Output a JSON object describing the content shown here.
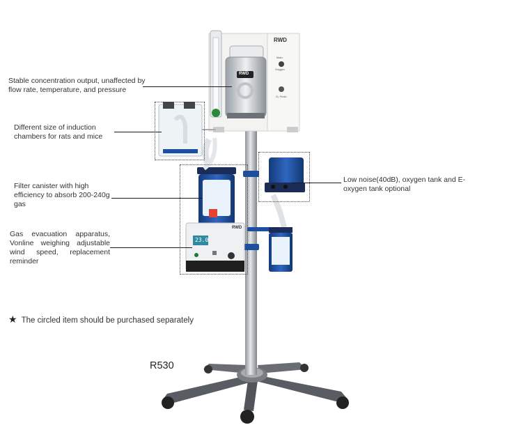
{
  "callouts": [
    {
      "id": "concentration",
      "text": "Stable concentration output, unaffected by flow rate, temperature, and pressure"
    },
    {
      "id": "induction",
      "text": "Different size of induction chambers for rats and mice"
    },
    {
      "id": "filter",
      "text": "Filter canister with high efficiency to absorb 200-240g gas"
    },
    {
      "id": "evacuation",
      "text": "Gas evacuation apparatus, Vonline weighing adjustable wind speed, replacement reminder"
    },
    {
      "id": "lownoise",
      "text": "Low noise(40dB), oxygen tank and E-oxygen tank optional"
    }
  ],
  "note": {
    "icon": "star-icon",
    "text": "The circled item should be purchased separately"
  },
  "model": "R530",
  "device": {
    "brand_top": "RWD",
    "brand_vaporizer": "RWD",
    "brand_evac": "RWD",
    "evac_display": "23.0",
    "panel_label_1": "Main",
    "panel_label_2": "Oxygen",
    "panel_label_3": "O₂ Flush"
  },
  "colors": {
    "accent_blue": "#1d4fa0",
    "pole": "#b9bdc2",
    "base": "#5d6167"
  }
}
